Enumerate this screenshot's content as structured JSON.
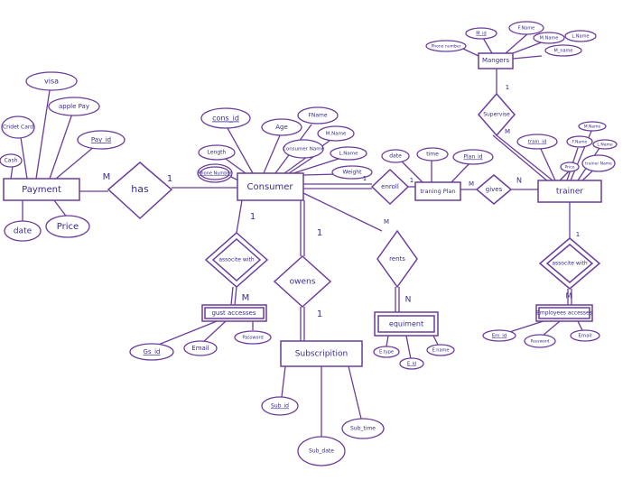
{
  "colors": {
    "line": "#6a3d9a",
    "text": "#3a2a8a",
    "background": "#ffffff"
  },
  "entities": {
    "payment": "Payment",
    "consumer": "Consumer",
    "plan": "traning Plan",
    "trainer": "trainer",
    "managers": "Mangers",
    "guest": "gust accesses",
    "subscription": "Subscripition",
    "equipment": "equiment",
    "employees": "Employees accesses"
  },
  "relationships": {
    "has": "has",
    "enroll": "enroll",
    "gives": "gives",
    "supervise": "Supervise",
    "assoc1": "associte with",
    "owens": "owens",
    "rents": "rents",
    "assoc2": "associte with"
  },
  "attributes": {
    "visa": "visa",
    "credit": "Cridet Card",
    "applepay": "apple Pay",
    "payid": "Pay_id",
    "cash": "Cash",
    "date": "date",
    "price": "Price",
    "consid": "cons_id",
    "age": "Age",
    "fname": "FName",
    "mname": "M.Name",
    "cname": "Consumer Name",
    "lname": "L.Name",
    "length": "Length",
    "phone": "Phone Number",
    "weight": "Weight",
    "pdate": "date",
    "time": "time",
    "planid": "Plan_id",
    "mid": "M_id",
    "mfname": "F.Name",
    "mmname": "M.Name",
    "mlname": "L.Name",
    "mgrname": "M_name",
    "mphone": "Phone number",
    "trainid": "train_id",
    "tmname": "M.Name",
    "tfname": "F.Name",
    "tlname": "L.Name",
    "tprice": "Price",
    "tname": "trainer Name",
    "gsid": "Gs_id",
    "email": "Email",
    "password": "Password",
    "eqtype": "E.type",
    "eqid": "E_id",
    "eqname": "E.name",
    "subid": "Sub_id",
    "subdate": "Sub_date",
    "subtime": "Sub_time",
    "emid": "Em_id",
    "empass": "Password",
    "ememail": "Email"
  },
  "cardinalities": {
    "pay_has": "M",
    "has_cons": "1",
    "cons_enroll": "1",
    "enroll_plan": "1",
    "plan_gives": "M",
    "gives_trainer": "N",
    "mgr_sup": "1",
    "sup_trainer": "M",
    "cons_assoc": "1",
    "assoc_guest": "M",
    "cons_owens": "1",
    "owens_sub": "1",
    "cons_rents": "M",
    "rents_eq": "N",
    "trainer_assoc": "1",
    "assoc_emp": "M"
  }
}
